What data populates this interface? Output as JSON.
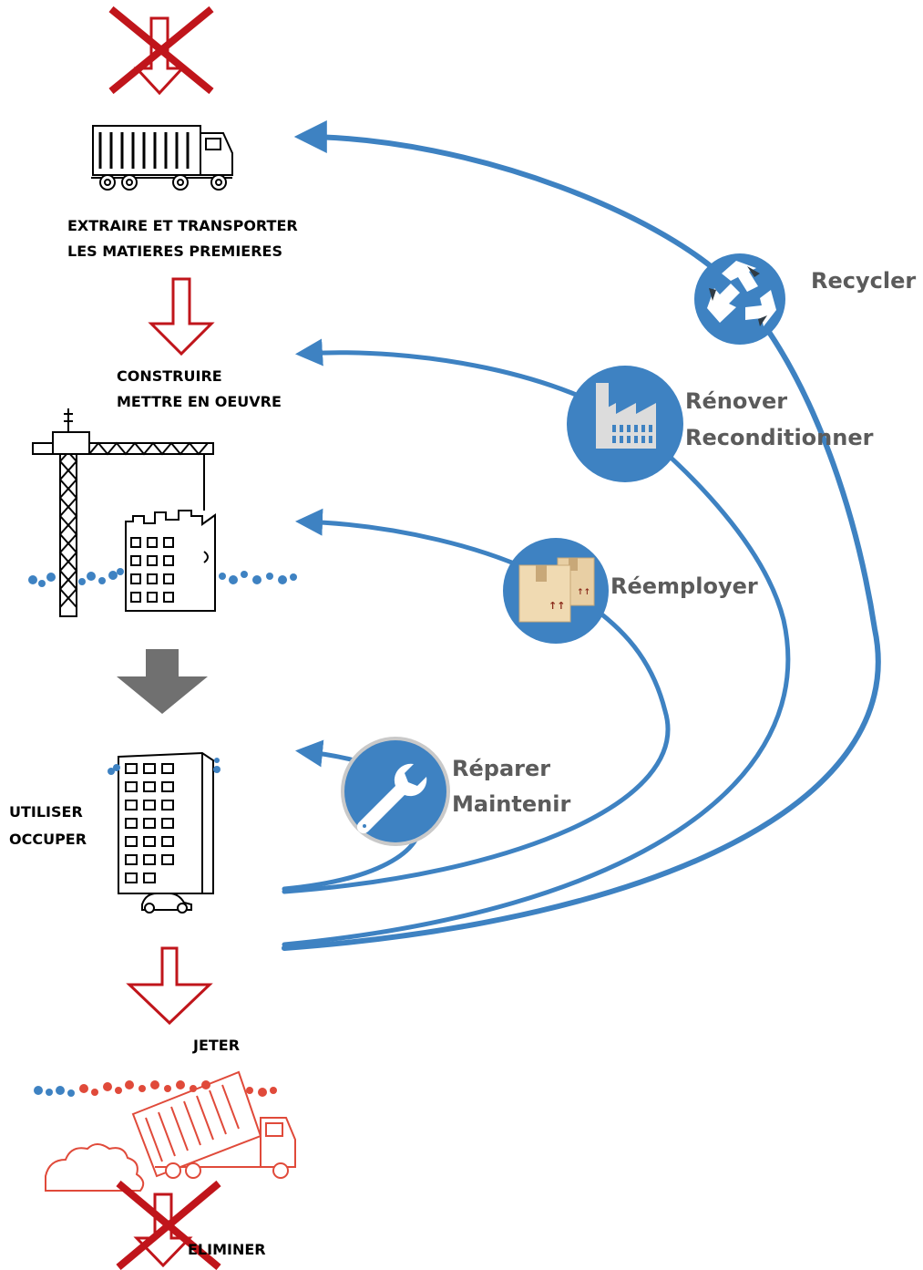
{
  "colors": {
    "blue": "#3e82c2",
    "blue_dark": "#2a6aa6",
    "red": "#c0151b",
    "grey_arrow": "#707070",
    "label_grey": "#5b5b5b",
    "ink": "#000000"
  },
  "steps": {
    "extract": {
      "line1": "EXTRAIRE ET TRANSPORTER",
      "line2": "LES MATIERES PREMIERES",
      "icon": "truck-icon"
    },
    "build": {
      "line1": "CONSTRUIRE",
      "line2": "METTRE EN OEUVRE",
      "icon": "crane-building-icon"
    },
    "use": {
      "line1": "UTILISER",
      "line2": "OCCUPER",
      "icon": "tower-building-icon"
    },
    "discard": {
      "label": "JETER",
      "icon": "dump-truck-icon"
    },
    "eliminate": {
      "label": "ELIMINER"
    }
  },
  "loops": {
    "recycle": {
      "label": "Recycler",
      "icon": "recycle-icon"
    },
    "renovate": {
      "line1": "Rénover",
      "line2": "Reconditionner",
      "icon": "factory-icon"
    },
    "reuse": {
      "label": "Réemployer",
      "icon": "boxes-icon"
    },
    "repair": {
      "line1": "Réparer",
      "line2": "Maintenir",
      "icon": "wrench-icon"
    }
  }
}
